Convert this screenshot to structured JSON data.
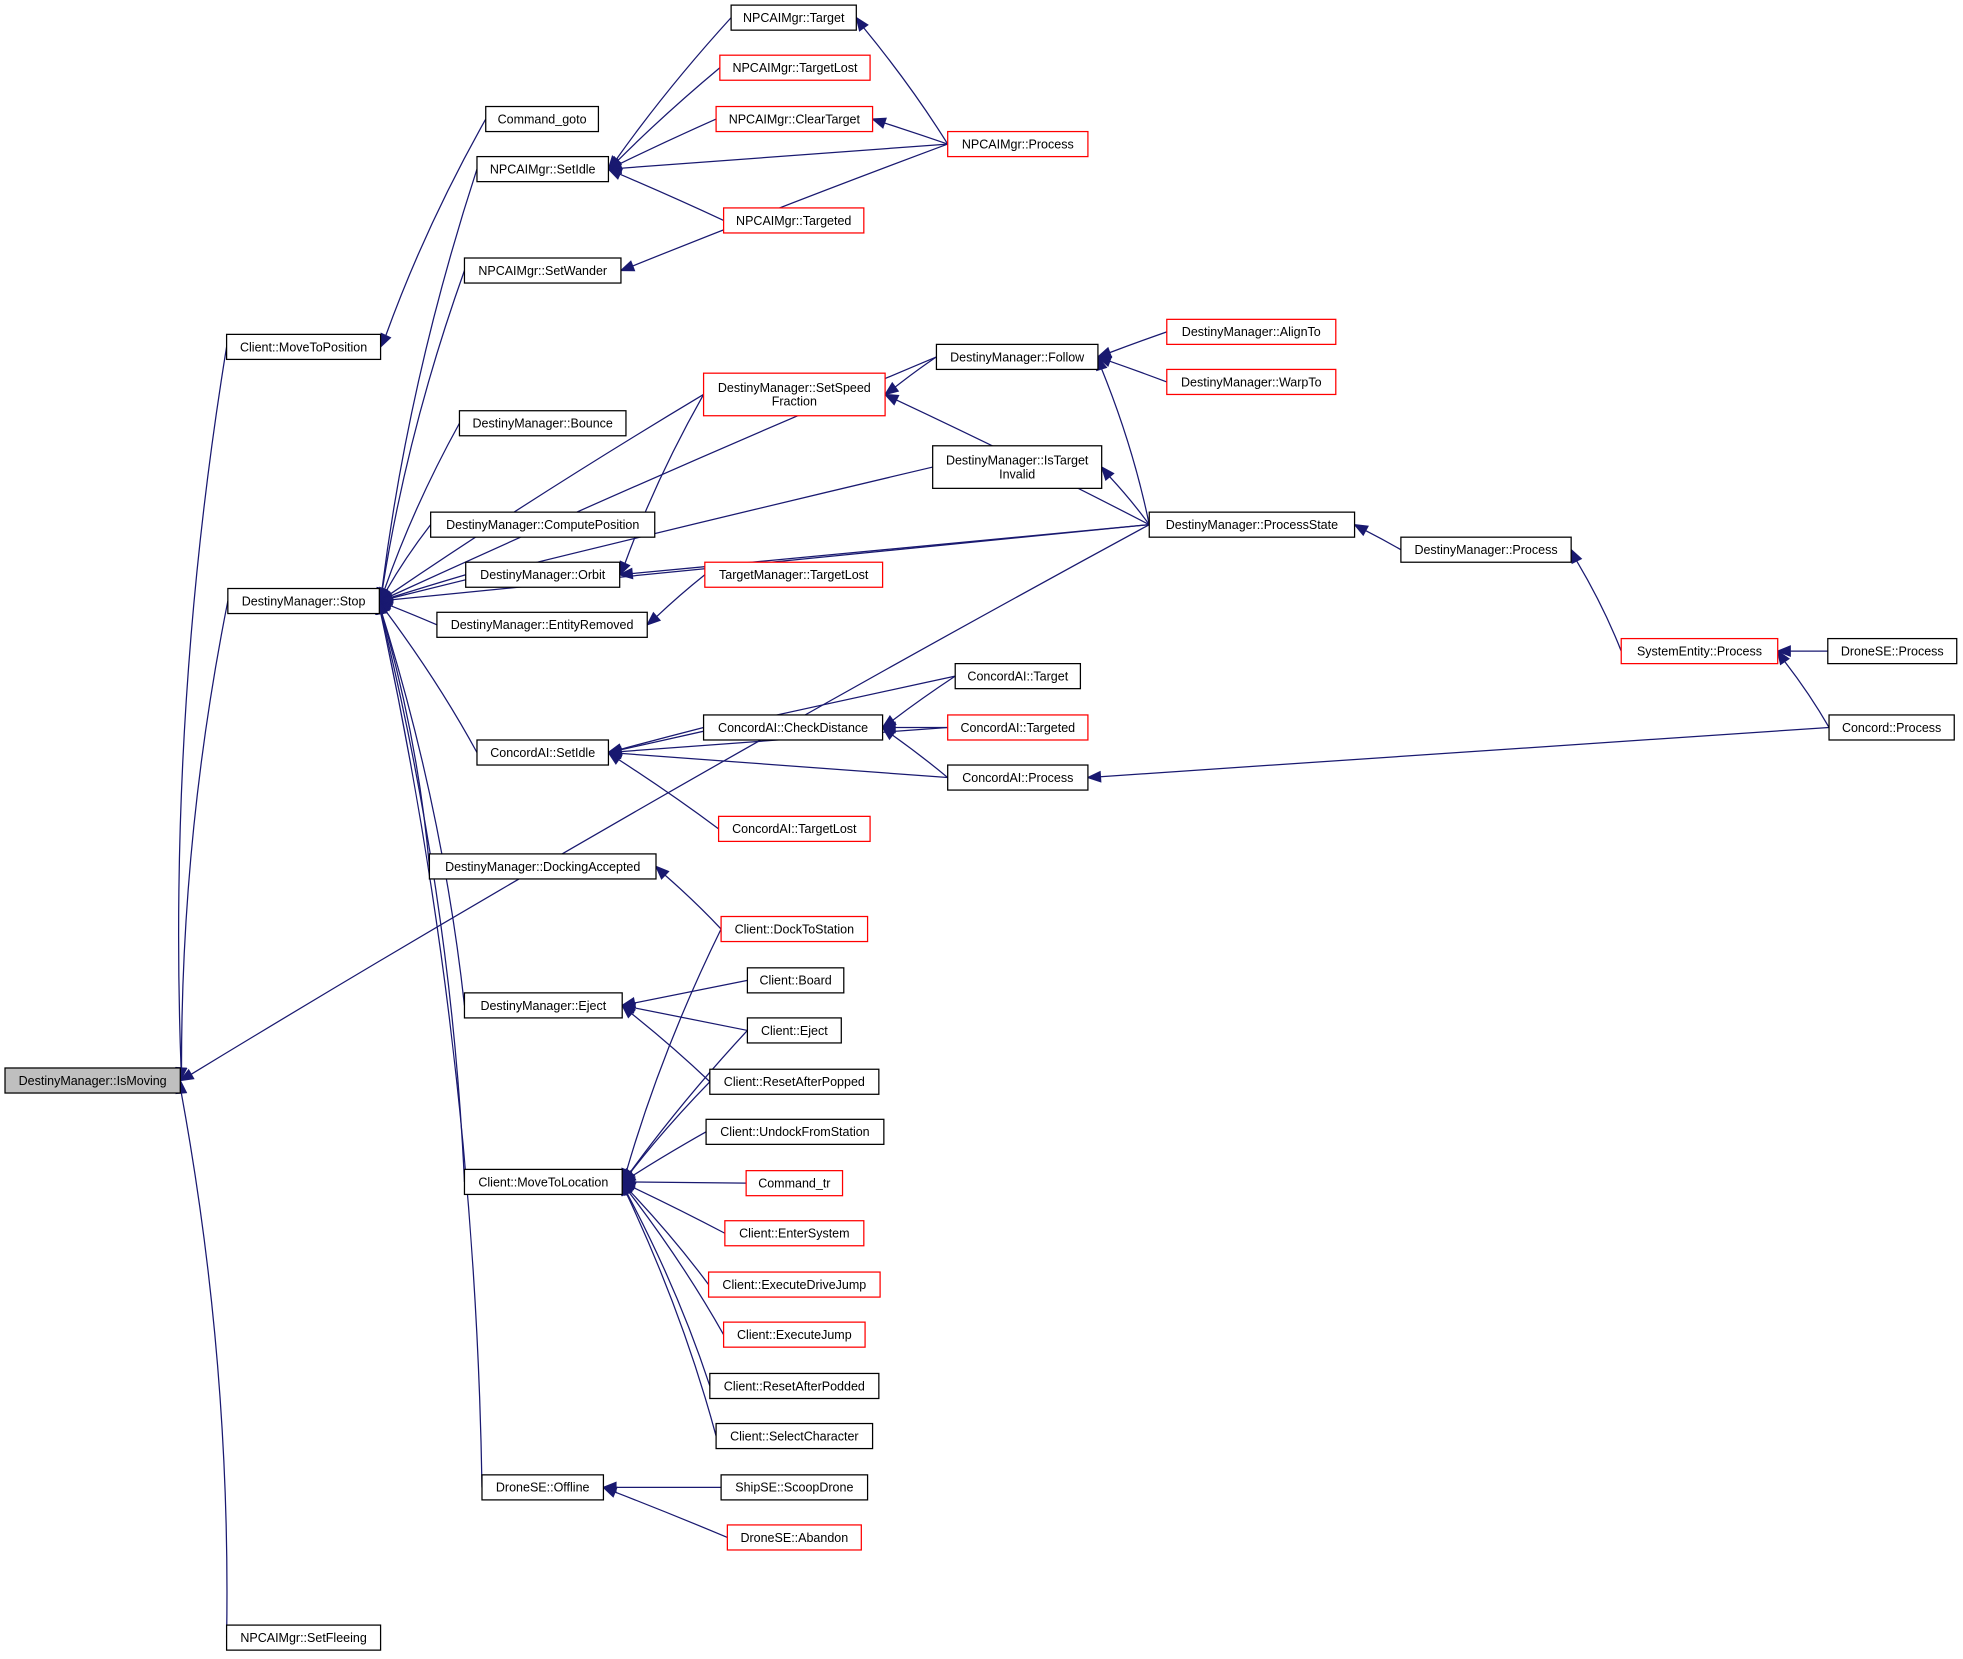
{
  "title": "Caller graph of DestinyManager::IsMoving",
  "colors": {
    "edge": "#191970",
    "documented_border": "#000000",
    "undocumented_border": "#ff0000",
    "root_fill": "#bfbfbf"
  },
  "nodes": [
    {
      "id": "ismoving",
      "label": "DestinyManager::IsMoving",
      "style": "root"
    },
    {
      "id": "movetopos",
      "label": "Client::MoveToPosition",
      "style": "black"
    },
    {
      "id": "stop",
      "label": "DestinyManager::Stop",
      "style": "black"
    },
    {
      "id": "setfleeing",
      "label": "NPCAIMgr::SetFleeing",
      "style": "black"
    },
    {
      "id": "cmdgoto",
      "label": "Command_goto",
      "style": "black"
    },
    {
      "id": "npcsetidle",
      "label": "NPCAIMgr::SetIdle",
      "style": "black"
    },
    {
      "id": "npcsetwander",
      "label": "NPCAIMgr::SetWander",
      "style": "black"
    },
    {
      "id": "bounce",
      "label": "DestinyManager::Bounce",
      "style": "black"
    },
    {
      "id": "computepos",
      "label": "DestinyManager::ComputePosition",
      "style": "black"
    },
    {
      "id": "orbit",
      "label": "DestinyManager::Orbit",
      "style": "black"
    },
    {
      "id": "entityremoved",
      "label": "DestinyManager::EntityRemoved",
      "style": "black"
    },
    {
      "id": "concsetidle",
      "label": "ConcordAI::SetIdle",
      "style": "black"
    },
    {
      "id": "dockaccepted",
      "label": "DestinyManager::DockingAccepted",
      "style": "black"
    },
    {
      "id": "dmeject",
      "label": "DestinyManager::Eject",
      "style": "black"
    },
    {
      "id": "movetoloc",
      "label": "Client::MoveToLocation",
      "style": "black"
    },
    {
      "id": "droneoffline",
      "label": "DroneSE::Offline",
      "style": "black"
    },
    {
      "id": "npctarget",
      "label": "NPCAIMgr::Target",
      "style": "black"
    },
    {
      "id": "npctargetlost",
      "label": "NPCAIMgr::TargetLost",
      "style": "red"
    },
    {
      "id": "npccleartarget",
      "label": "NPCAIMgr::ClearTarget",
      "style": "red"
    },
    {
      "id": "npctargeted",
      "label": "NPCAIMgr::Targeted",
      "style": "red"
    },
    {
      "id": "setspeed",
      "label": "DestinyManager::SetSpeed\nFraction",
      "style": "red"
    },
    {
      "id": "tmtargetlost",
      "label": "TargetManager::TargetLost",
      "style": "red"
    },
    {
      "id": "checkdist",
      "label": "ConcordAI::CheckDistance",
      "style": "black"
    },
    {
      "id": "conctargetlost",
      "label": "ConcordAI::TargetLost",
      "style": "red"
    },
    {
      "id": "docktostation",
      "label": "Client::DockToStation",
      "style": "red"
    },
    {
      "id": "board",
      "label": "Client::Board",
      "style": "black"
    },
    {
      "id": "clienteject",
      "label": "Client::Eject",
      "style": "black"
    },
    {
      "id": "resetpopped",
      "label": "Client::ResetAfterPopped",
      "style": "black"
    },
    {
      "id": "undock",
      "label": "Client::UndockFromStation",
      "style": "black"
    },
    {
      "id": "cmdtr",
      "label": "Command_tr",
      "style": "red"
    },
    {
      "id": "entersystem",
      "label": "Client::EnterSystem",
      "style": "red"
    },
    {
      "id": "execdrivejump",
      "label": "Client::ExecuteDriveJump",
      "style": "red"
    },
    {
      "id": "execjump",
      "label": "Client::ExecuteJump",
      "style": "red"
    },
    {
      "id": "resetpodded",
      "label": "Client::ResetAfterPodded",
      "style": "black"
    },
    {
      "id": "selectchar",
      "label": "Client::SelectCharacter",
      "style": "black"
    },
    {
      "id": "scoopdrone",
      "label": "ShipSE::ScoopDrone",
      "style": "black"
    },
    {
      "id": "abandon",
      "label": "DroneSE::Abandon",
      "style": "red"
    },
    {
      "id": "npcprocess",
      "label": "NPCAIMgr::Process",
      "style": "red"
    },
    {
      "id": "follow",
      "label": "DestinyManager::Follow",
      "style": "black"
    },
    {
      "id": "istargetinvalid",
      "label": "DestinyManager::IsTarget\nInvalid",
      "style": "black"
    },
    {
      "id": "conctarget",
      "label": "ConcordAI::Target",
      "style": "black"
    },
    {
      "id": "conctargeted",
      "label": "ConcordAI::Targeted",
      "style": "red"
    },
    {
      "id": "concprocess",
      "label": "ConcordAI::Process",
      "style": "black"
    },
    {
      "id": "alignto",
      "label": "DestinyManager::AlignTo",
      "style": "red"
    },
    {
      "id": "warpto",
      "label": "DestinyManager::WarpTo",
      "style": "red"
    },
    {
      "id": "processstate",
      "label": "DestinyManager::ProcessState",
      "style": "black"
    },
    {
      "id": "dmprocess",
      "label": "DestinyManager::Process",
      "style": "black"
    },
    {
      "id": "seprocess",
      "label": "SystemEntity::Process",
      "style": "red"
    },
    {
      "id": "droneprocess",
      "label": "DroneSE::Process",
      "style": "black"
    },
    {
      "id": "concordprocess",
      "label": "Concord::Process",
      "style": "black"
    }
  ],
  "edges": [
    [
      "movetopos",
      "ismoving"
    ],
    [
      "stop",
      "ismoving"
    ],
    [
      "setfleeing",
      "ismoving"
    ],
    [
      "processstate",
      "ismoving"
    ],
    [
      "cmdgoto",
      "movetopos"
    ],
    [
      "npcsetidle",
      "stop"
    ],
    [
      "npcsetwander",
      "stop"
    ],
    [
      "follow",
      "stop"
    ],
    [
      "setspeed",
      "stop"
    ],
    [
      "bounce",
      "stop"
    ],
    [
      "istargetinvalid",
      "stop"
    ],
    [
      "computepos",
      "stop"
    ],
    [
      "orbit",
      "stop"
    ],
    [
      "entityremoved",
      "stop"
    ],
    [
      "processstate",
      "stop"
    ],
    [
      "concsetidle",
      "stop"
    ],
    [
      "dockaccepted",
      "stop"
    ],
    [
      "dmeject",
      "stop"
    ],
    [
      "movetoloc",
      "stop"
    ],
    [
      "droneoffline",
      "stop"
    ],
    [
      "npctarget",
      "npcsetidle"
    ],
    [
      "npctargetlost",
      "npcsetidle"
    ],
    [
      "npccleartarget",
      "npcsetidle"
    ],
    [
      "npcprocess",
      "npcsetidle"
    ],
    [
      "npctargeted",
      "npcsetidle"
    ],
    [
      "npcprocess",
      "npctarget"
    ],
    [
      "npcprocess",
      "npccleartarget"
    ],
    [
      "npcprocess",
      "npcsetwander"
    ],
    [
      "follow",
      "setspeed"
    ],
    [
      "processstate",
      "setspeed"
    ],
    [
      "alignto",
      "follow"
    ],
    [
      "warpto",
      "follow"
    ],
    [
      "processstate",
      "follow"
    ],
    [
      "processstate",
      "istargetinvalid"
    ],
    [
      "setspeed",
      "orbit"
    ],
    [
      "processstate",
      "orbit"
    ],
    [
      "tmtargetlost",
      "entityremoved"
    ],
    [
      "dmprocess",
      "processstate"
    ],
    [
      "seprocess",
      "dmprocess"
    ],
    [
      "droneprocess",
      "seprocess"
    ],
    [
      "concordprocess",
      "seprocess"
    ],
    [
      "conctarget",
      "concsetidle"
    ],
    [
      "checkdist",
      "concsetidle"
    ],
    [
      "conctargeted",
      "concsetidle"
    ],
    [
      "conctargetlost",
      "concsetidle"
    ],
    [
      "concprocess",
      "concsetidle"
    ],
    [
      "conctarget",
      "checkdist"
    ],
    [
      "conctargeted",
      "checkdist"
    ],
    [
      "concprocess",
      "checkdist"
    ],
    [
      "concordprocess",
      "concprocess"
    ],
    [
      "docktostation",
      "dockaccepted"
    ],
    [
      "board",
      "dmeject"
    ],
    [
      "clienteject",
      "dmeject"
    ],
    [
      "resetpopped",
      "dmeject"
    ],
    [
      "docktostation",
      "movetoloc"
    ],
    [
      "clienteject",
      "movetoloc"
    ],
    [
      "resetpopped",
      "movetoloc"
    ],
    [
      "undock",
      "movetoloc"
    ],
    [
      "cmdtr",
      "movetoloc"
    ],
    [
      "entersystem",
      "movetoloc"
    ],
    [
      "execdrivejump",
      "movetoloc"
    ],
    [
      "execjump",
      "movetoloc"
    ],
    [
      "resetpodded",
      "movetoloc"
    ],
    [
      "selectchar",
      "movetoloc"
    ],
    [
      "scoopdrone",
      "droneoffline"
    ],
    [
      "abandon",
      "droneoffline"
    ]
  ]
}
